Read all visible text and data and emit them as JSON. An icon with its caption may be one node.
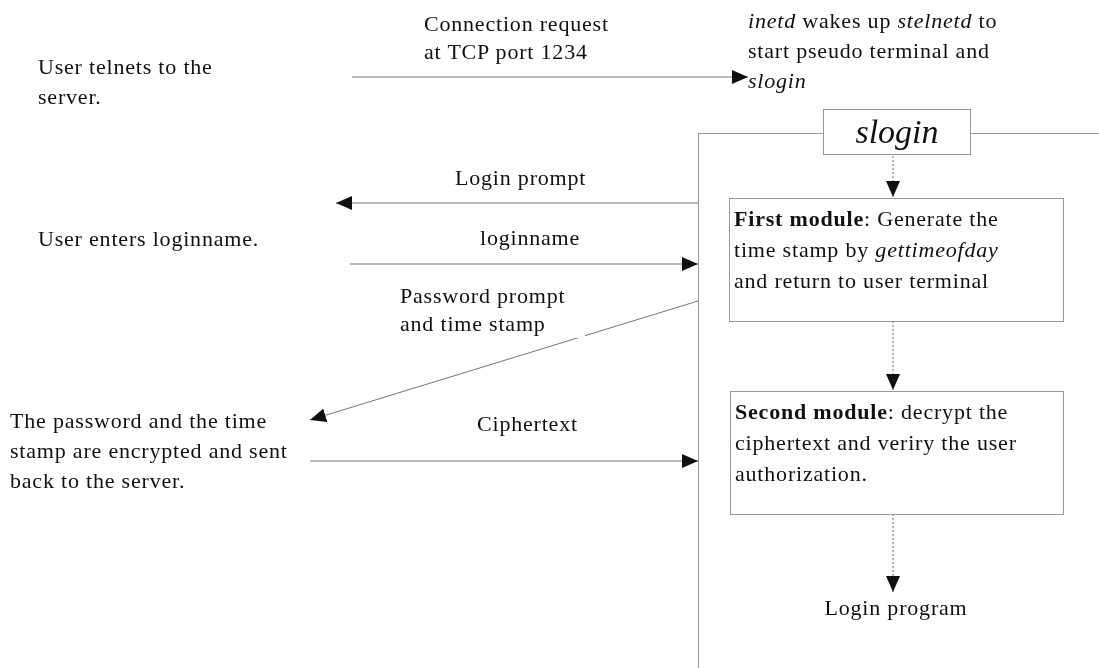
{
  "diagram": {
    "nodes": [
      {
        "text": [
          "User telnets to the server."
        ]
      },
      {
        "text": [
          "*inetd* wakes up *stelnetd* to start pseudo terminal and *slogin*"
        ]
      },
      {
        "text": [
          "slogin"
        ]
      },
      {
        "text": [
          "User enters loginname."
        ]
      },
      {
        "text": [
          "**First module**: Generate the time stamp by *gettimeofday* and return to user terminal"
        ],
        "in": 2
      },
      {
        "text": [
          "The password and the time stamp are encrypted and sent back to the server."
        ]
      },
      {
        "text": [
          "**Second module**: decrypt the ciphertext and veriry the user authorization."
        ],
        "in": 2
      },
      {
        "text": [
          "Login program"
        ],
        "in": 2
      }
    ],
    "edges": [
      {
        "from": null,
        "to": 1,
        "arrow": "to",
        "label": "Connection request at TCP port 1234"
      },
      {
        "from": 2,
        "to": null,
        "arrow": "to",
        "label": "Login prompt"
      },
      {
        "from": null,
        "to": 2,
        "arrow": "to",
        "label": "loginname"
      },
      {
        "from": 2,
        "to": 5,
        "arrow": "to",
        "label": "Password prompt and time stamp"
      },
      {
        "from": 5,
        "to": 2,
        "arrow": "to",
        "label": "Ciphertext"
      },
      {
        "from": 2,
        "to": 4,
        "arrow": "to",
        "style": "dashed"
      },
      {
        "from": 4,
        "to": 6,
        "arrow": "to",
        "style": "dashed"
      },
      {
        "from": 6,
        "to": 7,
        "arrow": "to",
        "style": "dashed"
      }
    ]
  }
}
